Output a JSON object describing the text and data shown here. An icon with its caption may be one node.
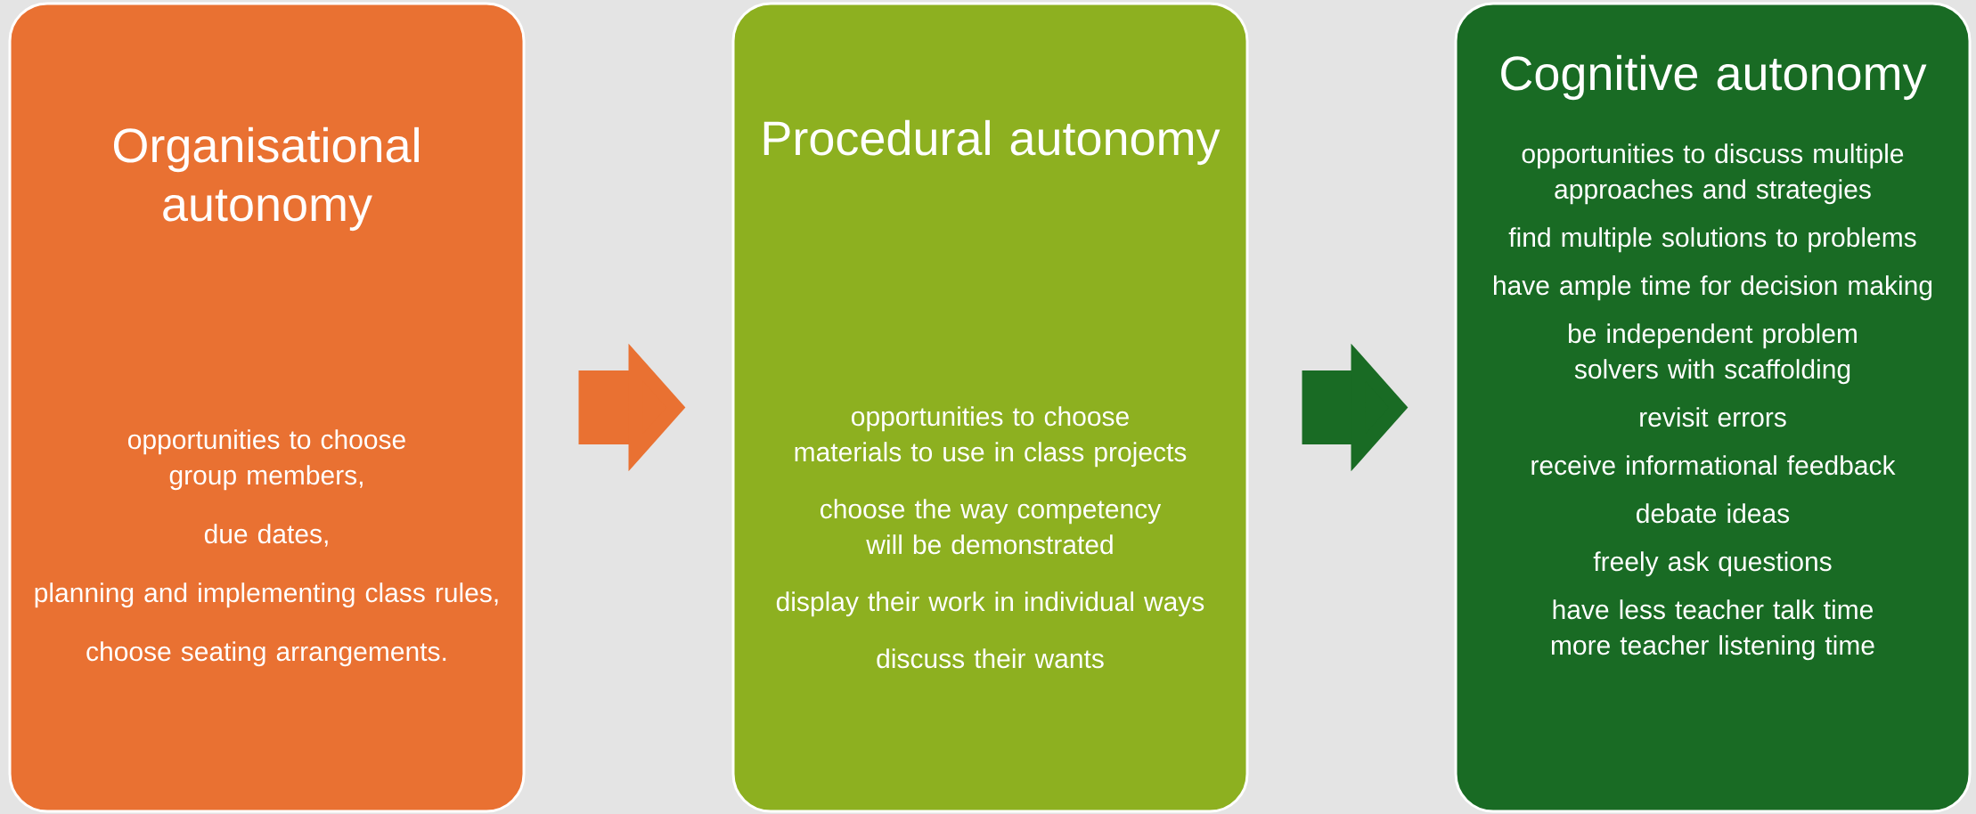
{
  "diagram": {
    "nodes": [
      {
        "text": [
          "Organisational autonomy",
          "opportunities to choose group members,",
          "due dates,",
          "planning and implementing class rules,",
          "choose seating arrangements."
        ]
      },
      {
        "text": [
          "Procedural autonomy",
          "opportunities to choose materials to use in class projects",
          "choose the way competency will be demonstrated",
          "display their work in individual ways",
          "discuss their wants"
        ]
      },
      {
        "text": [
          "Cognitive autonomy",
          "opportunities to discuss multiple approaches and strategies",
          "find multiple solutions to problems",
          "have ample time for decision making",
          "be independent problem solvers with scaffolding",
          "revisit errors",
          "receive informational feedback",
          "debate ideas",
          "freely ask questions",
          "have less teacher talk time more teacher listening time"
        ]
      }
    ],
    "edges": [
      {
        "from": 0,
        "to": 1,
        "arrow": "to",
        "color": "#e97132"
      },
      {
        "from": 1,
        "to": 2,
        "arrow": "to",
        "color": "#196b24"
      }
    ]
  }
}
